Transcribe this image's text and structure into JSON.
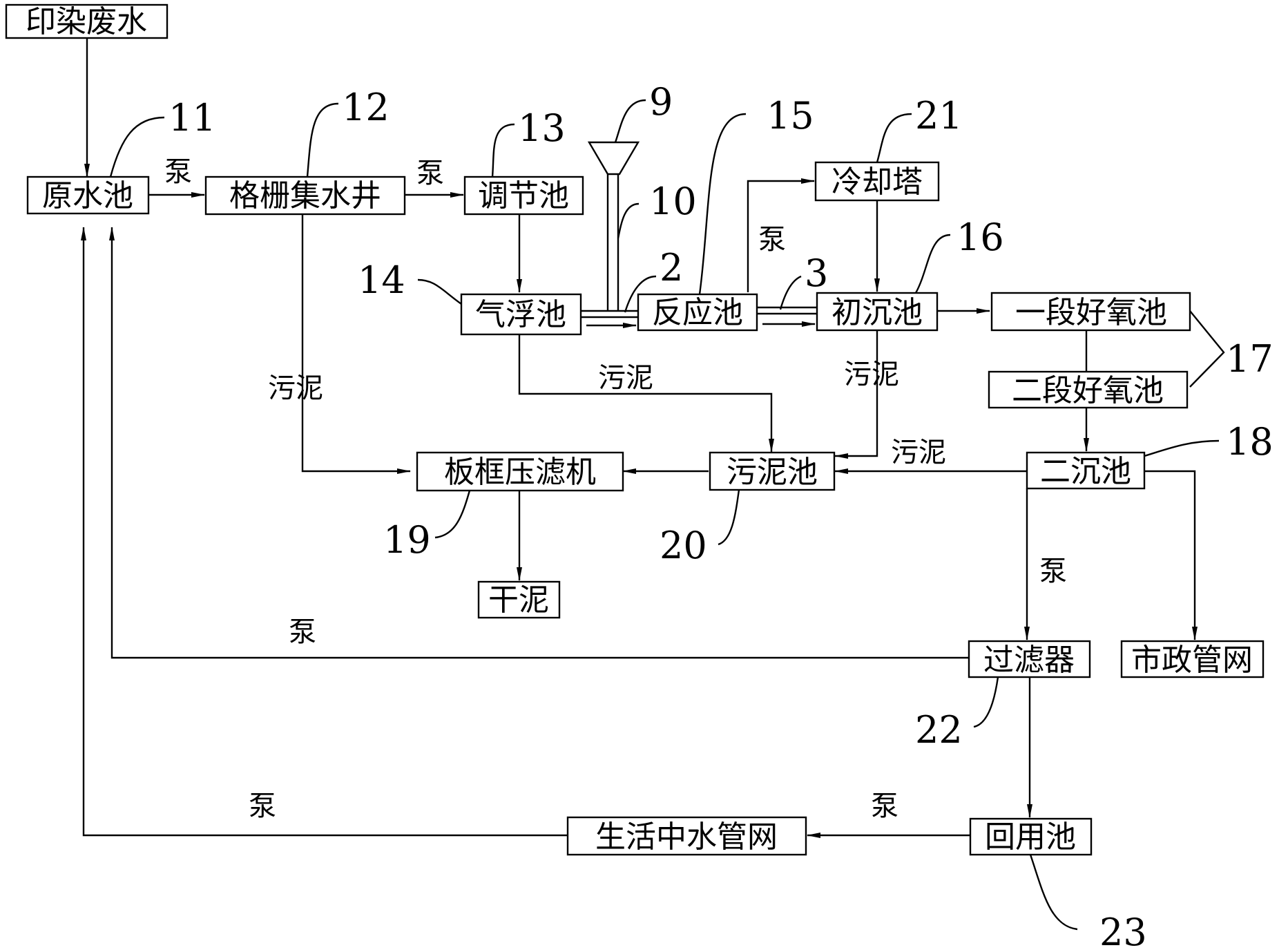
{
  "nodes": {
    "dye_wastewater": "印染废水",
    "raw_water_tank": "原水池",
    "grid_well": "格栅集水井",
    "regulating_tank": "调节池",
    "flotation_tank": "气浮池",
    "reaction_tank": "反应池",
    "cooling_tower": "冷却塔",
    "primary_settling": "初沉池",
    "aerobic_1": "一段好氧池",
    "aerobic_2": "二段好氧池",
    "secondary_settling": "二沉池",
    "sludge_tank": "污泥池",
    "filter_press": "板框压滤机",
    "dry_sludge": "干泥",
    "filter": "过滤器",
    "municipal_network": "市政管网",
    "reuse_tank": "回用池",
    "domestic_reclaimed_network": "生活中水管网"
  },
  "edge_labels": {
    "pump_raw_to_grid": "泵",
    "pump_grid_to_regulating": "泵",
    "pump_reaction_to_cooling": "泵",
    "sludge_grid": "污泥",
    "sludge_flotation": "污泥",
    "sludge_primary": "污泥",
    "sludge_secondary": "污泥",
    "pump_secondary_to_filter": "泵",
    "pump_filter_return": "泵",
    "pump_reuse_to_domestic": "泵",
    "pump_domestic_return": "泵"
  },
  "reference_numbers": {
    "n11": "11",
    "n12": "12",
    "n13": "13",
    "n9": "9",
    "n15": "15",
    "n21": "21",
    "n10": "10",
    "n16": "16",
    "n14": "14",
    "n2": "2",
    "n3": "3",
    "n17": "17",
    "n18": "18",
    "n19": "19",
    "n20": "20",
    "n22": "22",
    "n23": "23"
  }
}
